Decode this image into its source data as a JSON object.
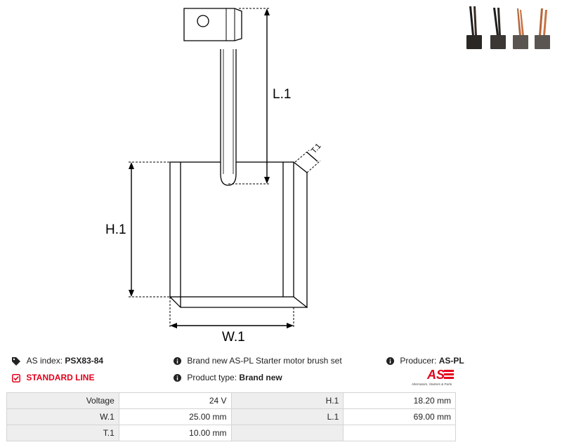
{
  "diagram": {
    "label_l1": "L.1",
    "label_h1": "H.1",
    "label_w1": "W.1",
    "label_t1": "T.1"
  },
  "info": {
    "as_index_label": "AS index:",
    "as_index_value": "PSX83-84",
    "line_label": "STANDARD LINE",
    "description": "Brand new AS-PL Starter motor brush set",
    "product_type_label": "Product type:",
    "product_type_value": "Brand new",
    "producer_label": "Producer:",
    "producer_value": "AS-PL"
  },
  "logo": {
    "mark": "AS",
    "tagline": "Alternators, Starters & Parts"
  },
  "specs": {
    "rows": [
      {
        "l1": "Voltage",
        "v1": "24 V",
        "l2": "H.1",
        "v2": "18.20 mm"
      },
      {
        "l1": "W.1",
        "v1": "25.00 mm",
        "l2": "L.1",
        "v2": "69.00 mm"
      },
      {
        "l1": "T.1",
        "v1": "10.00 mm",
        "l2": "",
        "v2": ""
      }
    ]
  },
  "colors": {
    "accent_red": "#e3001b",
    "brush_dark": "#1c1c1c",
    "brush_grey": "#5a5550",
    "copper": "#b5653a",
    "table_label_bg": "#eeeeee",
    "table_border": "#d4d4d4"
  },
  "icons": [
    "tags-icon",
    "check-square-icon",
    "info-icon"
  ]
}
